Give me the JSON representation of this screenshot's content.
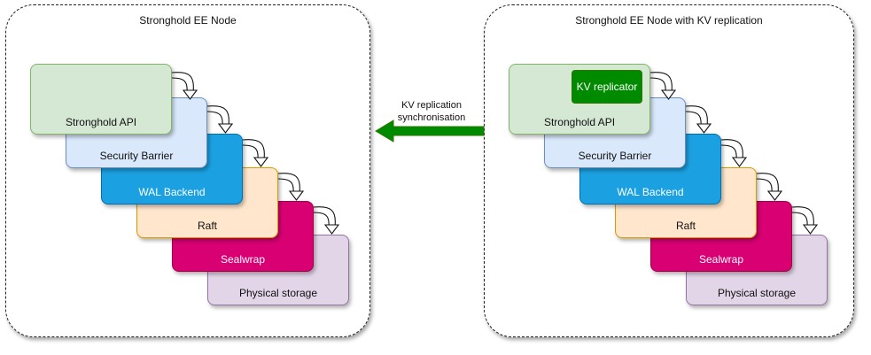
{
  "nodes": {
    "left": {
      "title": "Stronghold EE Node",
      "layers": {
        "api": "Stronghold API",
        "barrier": "Security Barrier",
        "wal": "WAL Backend",
        "raft": "Raft",
        "sealwrap": "Sealwrap",
        "storage": "Physical storage"
      }
    },
    "right": {
      "title": "Stronghold EE Node with KV replication",
      "replicator": "KV replicator",
      "layers": {
        "api": "Stronghold API",
        "barrier": "Security Barrier",
        "wal": "WAL Backend",
        "raft": "Raft",
        "sealwrap": "Sealwrap",
        "storage": "Physical storage"
      }
    }
  },
  "sync": {
    "line1": "KV replication",
    "line2": "synchronisation"
  },
  "colors": {
    "api": "#d5e8d4",
    "barrier": "#dae8fc",
    "wal": "#1ba1e2",
    "raft": "#ffe6cc",
    "sealwrap": "#d80073",
    "storage": "#e1d5e7",
    "sync_arrow": "#008a00"
  }
}
